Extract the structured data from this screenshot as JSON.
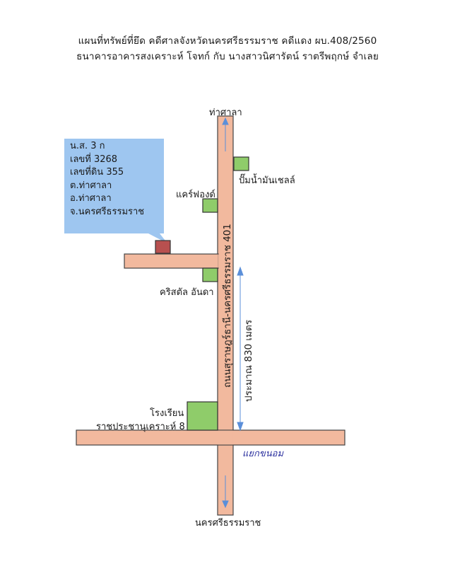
{
  "header": {
    "line1": "แผนที่ทรัพย์ที่ยึด   คดีศาลจังหวัดนครศรีธรรมราช คดีแดง ผบ.408/2560",
    "line2": "ธนาคารอาคารสงเคราะห์   โจทก์  กับ   นางสาวนิศารัตน์   ราตรีพฤกษ์  จำเลย"
  },
  "property": {
    "lines": [
      "น.ส. 3 ก",
      "เลขที่ 3268",
      "เลขที่ดิน 355",
      "ต.ท่าศาลา",
      "อ.ท่าศาลา",
      "จ.นครศรีธรรมราช"
    ]
  },
  "map": {
    "north_label": "ท่าศาลา",
    "south_label": "นครศรีธรรมราช",
    "road_name": "ถนนสุราษฎร์ธานี-นครศรีธรรมราช 401",
    "distance": "ประมาณ 830 เมตร",
    "junction_note": "แยกขนอม",
    "landmarks": {
      "gas_station": "ปั๊มน้ำมันเชลล์",
      "care_fong": "แคร์ฟองด์",
      "crystal": "คริสตัล อันดา",
      "school_line1": "โรงเรียน",
      "school_line2": "ราชประชานุเคราะห์ 8"
    },
    "colors": {
      "road": "#f2b99e",
      "road_edge": "#444444",
      "landmark": "#8fcc6a",
      "property": "#b8504f",
      "callout": "#9ec6f0",
      "arrow": "#5b8fd9"
    }
  }
}
